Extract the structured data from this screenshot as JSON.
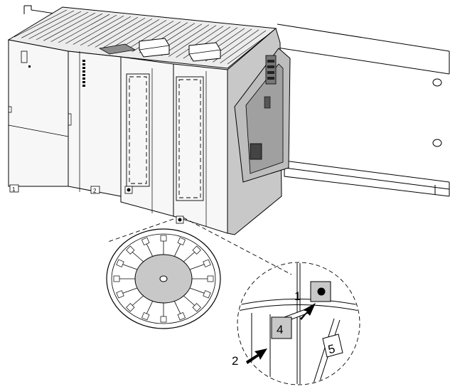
{
  "modules": {
    "slot_1": "1",
    "slot_2": "2"
  },
  "callouts": {
    "step_1": "1",
    "step_2": "2",
    "label_4": "4",
    "label_5": "5"
  },
  "colors": {
    "module_gray": "#c8c8c8",
    "housing_dark": "#a0a0a0",
    "line": "#000000"
  }
}
